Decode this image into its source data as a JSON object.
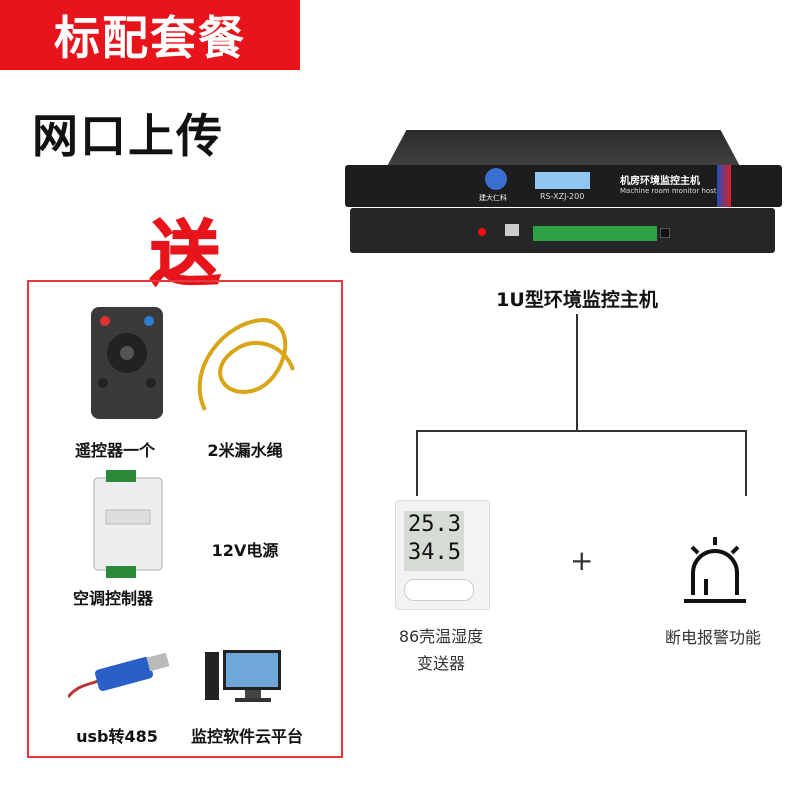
{
  "banner": "标配套餐",
  "upload_mode": "网口上传",
  "gift_badge": "送",
  "gifts": [
    {
      "label": "遥控器一个",
      "icon": "remote-control"
    },
    {
      "label": "2米漏水绳",
      "icon": "leak-rope"
    },
    {
      "label": "空调控制器",
      "icon": "ac-controller"
    },
    {
      "label": "12V电源"
    },
    {
      "label": "usb转485",
      "icon": "usb-adapter"
    },
    {
      "label": "监控软件云平台",
      "icon": "computer-monitor"
    }
  ],
  "host": {
    "title": "1U型环境监控主机",
    "panel_cn": "机房环境监控主机",
    "panel_en": "Machine room monitor host",
    "model": "RS-XZJ-200",
    "brand": "建大仁科"
  },
  "sensor": {
    "line1": "86壳温湿度",
    "line2": "变送器",
    "temp": "25.3",
    "hum": "34.5"
  },
  "plus": "+",
  "alarm": {
    "label": "断电报警功能"
  }
}
